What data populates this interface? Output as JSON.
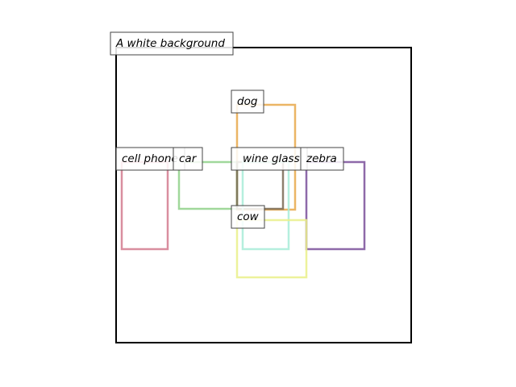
{
  "caption": "A white background",
  "boxes": [
    {
      "label": "dog",
      "color": "#e8a84a"
    },
    {
      "label": "cell phone",
      "color": "#d27a8e"
    },
    {
      "label": "car",
      "color": "#8fd18a"
    },
    {
      "label": "",
      "color": "#7a6a55"
    },
    {
      "label": "wine glass",
      "color": "#a8ecd8"
    },
    {
      "label": "zebra",
      "color": "#7a4f9a"
    },
    {
      "label": "cow",
      "color": "#eaf08a"
    }
  ]
}
